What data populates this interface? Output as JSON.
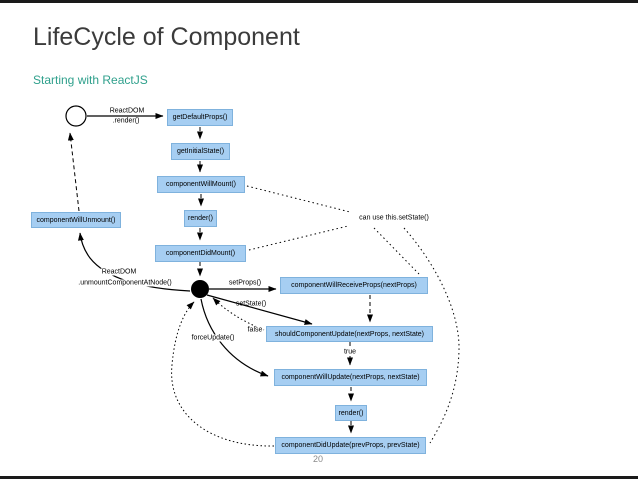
{
  "slide": {
    "title": "LifeCycle of Component",
    "subtitle": "Starting with ReactJS",
    "page_number": "20"
  },
  "colors": {
    "title": "#3b3b3b",
    "subtitle": "#2fa08c",
    "node_fill": "#a6cef2",
    "node_border": "#7fb2dd",
    "edge": "#000000"
  },
  "nodes": [
    {
      "id": "start-state",
      "label": ""
    },
    {
      "id": "get-default-props",
      "label": "getDefaultProps()"
    },
    {
      "id": "get-initial-state",
      "label": "getInitialState()"
    },
    {
      "id": "component-will-mount",
      "label": "componentWillMount()"
    },
    {
      "id": "render-1",
      "label": "render()"
    },
    {
      "id": "component-did-mount",
      "label": "componentDidMount()"
    },
    {
      "id": "component-will-unmount",
      "label": "componentWillUnmount()"
    },
    {
      "id": "component-will-receive-props",
      "label": "componentWillReceiveProps(nextProps)"
    },
    {
      "id": "should-component-update",
      "label": "shouldComponentUpdate(nextProps, nextState)"
    },
    {
      "id": "component-will-update",
      "label": "componentWillUpdate(nextProps, nextState)"
    },
    {
      "id": "render-2",
      "label": "render()"
    },
    {
      "id": "component-did-update",
      "label": "componentDidUpdate(prevProps, prevState)"
    }
  ],
  "labels": {
    "react_dom_render_1": "ReactDOM",
    "react_dom_render_2": ".render()",
    "react_dom_unmount_1": "ReactDOM",
    "react_dom_unmount_2": ".unmountComponentAtNode()",
    "set_props": "setProps()",
    "set_state": "setState()",
    "false_label": "false",
    "true_label": "true",
    "force_update": "forceUpdate()",
    "can_use_setstate": "can use this.setState()"
  }
}
